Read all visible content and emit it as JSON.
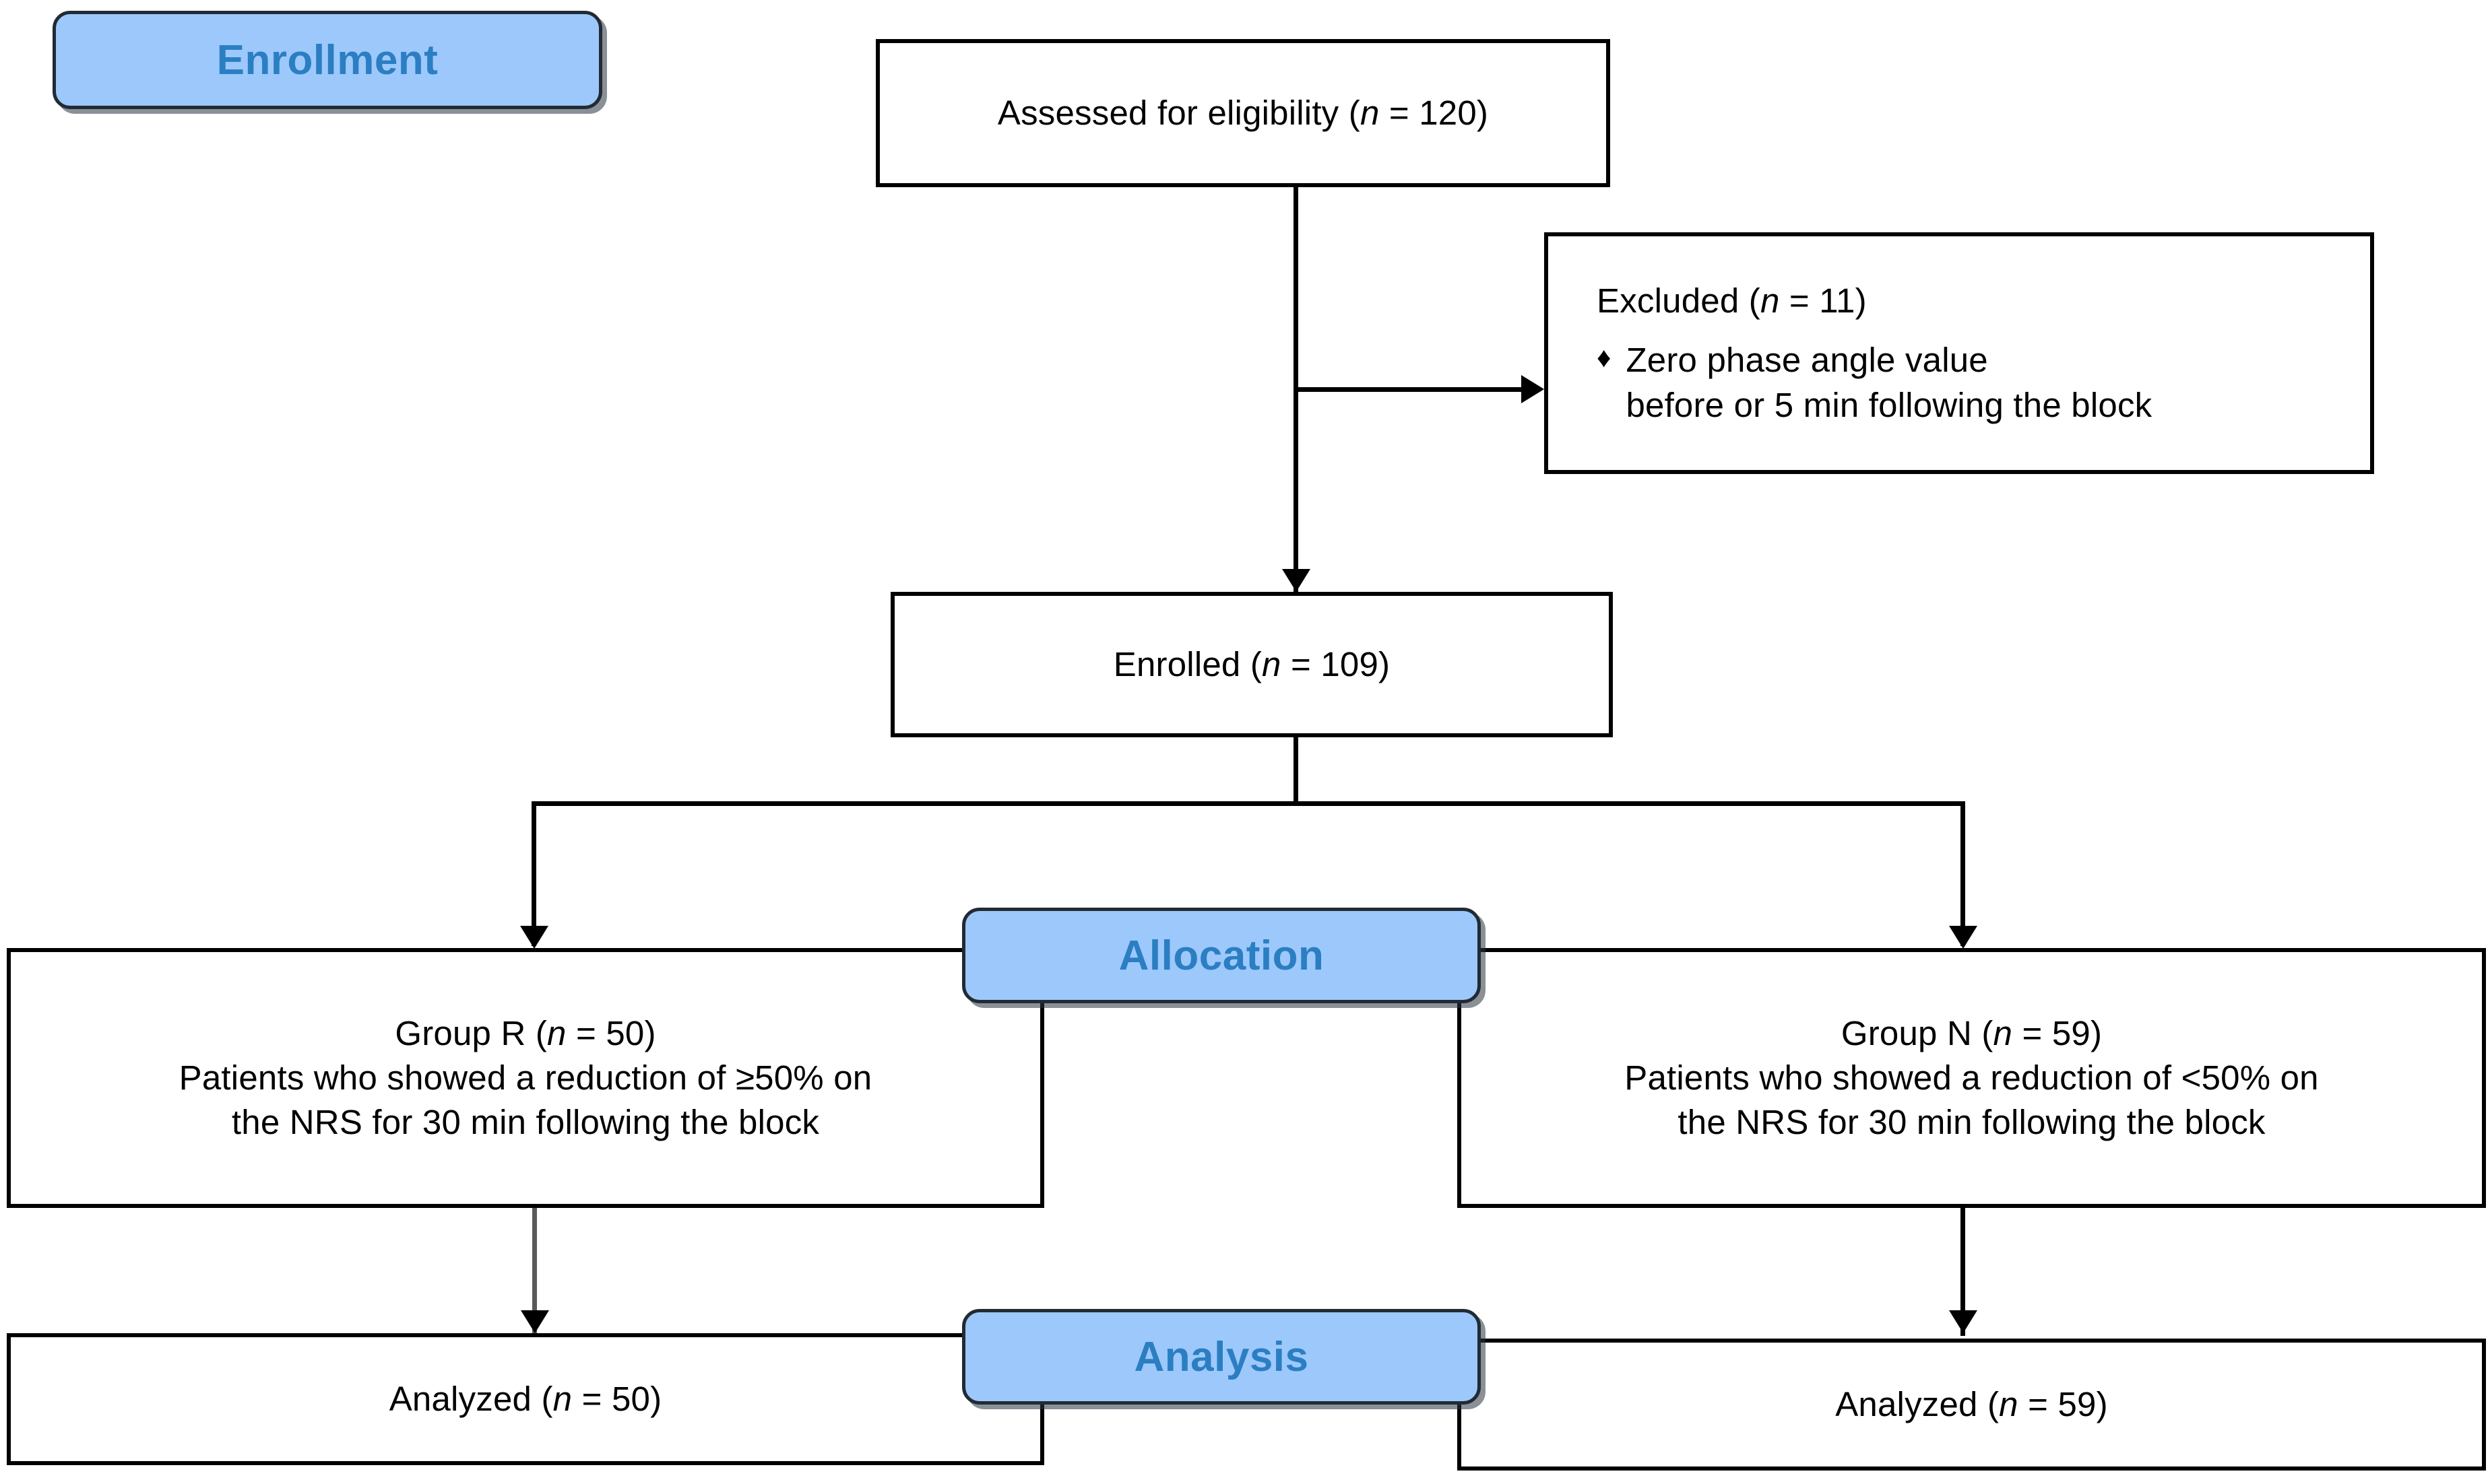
{
  "diagram": {
    "title": "CONSORT participant flow diagram",
    "accent_blue_fill": "#9dc8fb",
    "accent_blue_text": "#2b7ec1",
    "line_color": "#000000",
    "box_fill": "#ffffff"
  },
  "stages": {
    "enrollment": "Enrollment",
    "allocation": "Allocation",
    "analysis": "Analysis"
  },
  "nodes": {
    "assessed": {
      "text": "Assessed for eligibility (",
      "n_symbol": "n",
      "n_value": " = 120)"
    },
    "excluded": {
      "heading": "Excluded (",
      "heading_n_symbol": "n",
      "heading_n_value": " = 11)",
      "bullet_glyph": "♦",
      "bullet_line1": "Zero phase angle value",
      "bullet_line2": "before or 5 min following the block"
    },
    "enrolled": {
      "text": "Enrolled (",
      "n_symbol": "n",
      "n_value": " = 109)"
    },
    "group_r": {
      "title": "Group R (",
      "title_n_symbol": "n",
      "title_n_value": " = 50)",
      "desc_line1": "Patients who showed a reduction of ≥50% on",
      "desc_line2": "the NRS for 30 min following the block"
    },
    "group_n": {
      "title": "Group N (",
      "title_n_symbol": "n",
      "title_n_value": " = 59)",
      "desc_line1": "Patients who showed a reduction of <50% on",
      "desc_line2": "the NRS for 30 min following the block"
    },
    "analyzed_left": {
      "text": "Analyzed (",
      "n_symbol": "n",
      "n_value": " = 50)"
    },
    "analyzed_right": {
      "text": "Analyzed (",
      "n_symbol": "n",
      "n_value": " = 59)"
    }
  },
  "flow_data": {
    "type": "flowchart",
    "assessed_n": 120,
    "excluded_n": 11,
    "enrolled_n": 109,
    "group_r_n": 50,
    "group_n_n": 59,
    "analyzed_left_n": 50,
    "analyzed_right_n": 59
  }
}
